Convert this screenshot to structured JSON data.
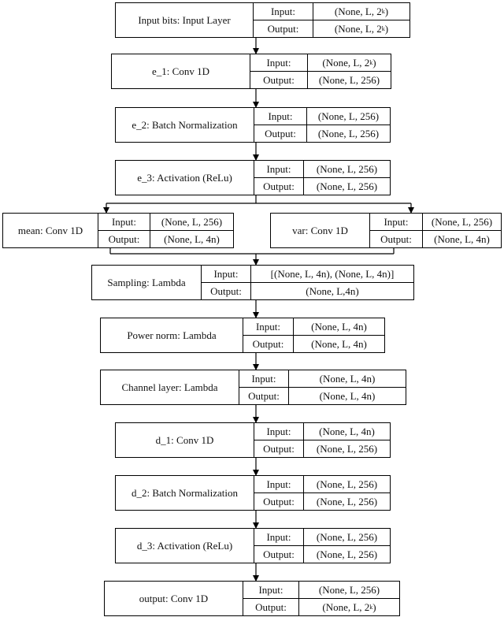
{
  "layers": [
    {
      "name": "Input bits: Input Layer",
      "input": "Input:",
      "output": "Output:",
      "in_shape": "(None, L, 2",
      "in_sup": "k",
      "in_close": ")",
      "out_shape": "(None, L, 2",
      "out_sup": "k",
      "out_close": ")"
    },
    {
      "name": "e_1: Conv 1D",
      "input": "Input:",
      "output": "Output:",
      "in_shape": "(None, L, 2",
      "in_sup": "k",
      "in_close": ")",
      "out_shape": "(None, L, 256)"
    },
    {
      "name": "e_2: Batch Normalization",
      "input": "Input:",
      "output": "Output:",
      "in_shape": "(None, L, 256)",
      "out_shape": "(None, L, 256)"
    },
    {
      "name": "e_3: Activation (ReLu)",
      "input": "Input:",
      "output": "Output:",
      "in_shape": "(None, L, 256)",
      "out_shape": "(None, L, 256)"
    },
    {
      "name": "mean: Conv 1D",
      "input": "Input:",
      "output": "Output:",
      "in_shape": "(None, L, 256)",
      "out_shape": "(None, L, 4n)"
    },
    {
      "name": "var: Conv 1D",
      "input": "Input:",
      "output": "Output:",
      "in_shape": "(None, L, 256)",
      "out_shape": "(None, L, 4n)"
    },
    {
      "name": "Sampling: Lambda",
      "input": "Input:",
      "output": "Output:",
      "in_shape": "[(None, L, 4n), (None, L, 4n)]",
      "out_shape": "(None, L,4n)"
    },
    {
      "name": "Power norm: Lambda",
      "input": "Input:",
      "output": "Output:",
      "in_shape": "(None, L, 4n)",
      "out_shape": "(None, L, 4n)"
    },
    {
      "name": "Channel layer: Lambda",
      "input": "Input:",
      "output": "Output:",
      "in_shape": "(None, L, 4n)",
      "out_shape": "(None, L, 4n)"
    },
    {
      "name": "d_1: Conv 1D",
      "input": "Input:",
      "output": "Output:",
      "in_shape": "(None, L, 4n)",
      "out_shape": "(None, L, 256)"
    },
    {
      "name": "d_2: Batch Normalization",
      "input": "Input:",
      "output": "Output:",
      "in_shape": "(None, L, 256)",
      "out_shape": "(None, L, 256)"
    },
    {
      "name": "d_3: Activation (ReLu)",
      "input": "Input:",
      "output": "Output:",
      "in_shape": "(None, L, 256)",
      "out_shape": "(None, L, 256)"
    },
    {
      "name": "output: Conv 1D",
      "input": "Input:",
      "output": "Output:",
      "in_shape": "(None, L, 256)",
      "out_shape": "(None, L, 2",
      "out_sup": "k",
      "out_close": ")"
    }
  ]
}
